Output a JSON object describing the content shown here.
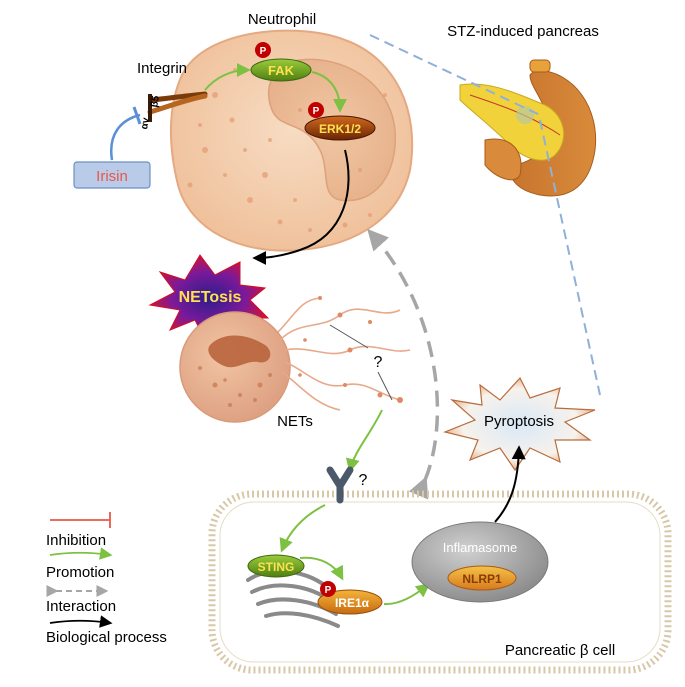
{
  "labels": {
    "neutrophil": "Neutrophil",
    "stz_pancreas": "STZ-induced pancreas",
    "integrin": "Integrin",
    "alpha_v": "αv",
    "beta5": "β5",
    "irisin": "Irisin",
    "fak": "FAK",
    "erk": "ERK1/2",
    "phospho": "P",
    "netosis": "NETosis",
    "nets": "NETs",
    "question": "?",
    "pyroptosis": "Pyroptosis",
    "sting": "STING",
    "ire1a": "IRE1α",
    "inflamasome": "Inflamasome",
    "nlrp1": "NLRP1",
    "beta_cell": "Pancreatic β cell"
  },
  "legend": {
    "inhibition": "Inhibition",
    "promotion": "Promotion",
    "interaction": "Interaction",
    "biological_process": "Biological process"
  },
  "colors": {
    "inhibition": "#e8584a",
    "promotion": "#7dc142",
    "interaction": "#a6a6a6",
    "process": "#000000",
    "irisin_text": "#e8584a",
    "dashed_blue": "#8fb0d8",
    "cell_fill": "#f6d3b4",
    "netosis_text": "#ffe14d",
    "phospho": "#c00000"
  }
}
